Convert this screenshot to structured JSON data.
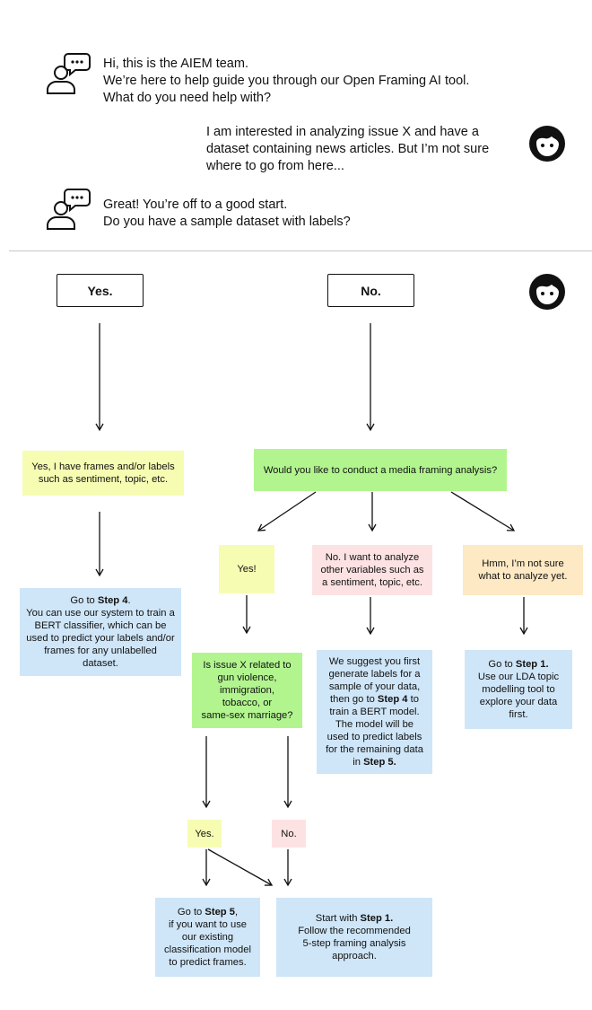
{
  "chat": {
    "msg1": [
      "Hi, this is the AIEM team.",
      "We’re here to help guide you through our Open Framing AI tool.",
      "What do you need help with?"
    ],
    "msg2": [
      "I am interested in analyzing issue X and have a",
      "dataset containing news articles. But I’m not sure",
      "where to go from here..."
    ],
    "msg3": [
      "Great! You’re off to a good start.",
      "Do you have a sample dataset with labels?"
    ]
  },
  "icons": {
    "team": "chat-person-icon",
    "user": "smiley-face-icon"
  },
  "buttons": {
    "yes": "Yes.",
    "no": "No."
  },
  "nodes": {
    "have_labels": [
      "Yes, I have frames and/or labels",
      "such as sentiment, topic, etc."
    ],
    "media_framing": [
      "Would you like to conduct a media framing analysis?"
    ],
    "step4": {
      "l1a": "Go to ",
      "l1b": "Step 4",
      "l1c": ".",
      "lines": [
        "You can use our system to train a",
        "BERT classifier, which can be",
        "used to predict your labels and/or",
        "frames for any unlabelled",
        "dataset."
      ]
    },
    "yes_excl": "Yes!",
    "other_vars": [
      "No. I want to analyze",
      "other variables such as",
      "a sentiment, topic, etc."
    ],
    "not_sure": [
      "Hmm, I’m not sure",
      "what to analyze yet."
    ],
    "issue_x": [
      "Is issue X related to",
      "gun violence,",
      "immigration,",
      "tobacco, or",
      "same-sex marriage?"
    ],
    "suggest": {
      "l1": "We suggest you first",
      "l2": "generate labels for a",
      "l3": "sample of your data,",
      "l4a": "then go to ",
      "l4b": "Step 4",
      "l4c": " to",
      "l5": "train a BERT model.",
      "l6": "The model will be",
      "l7": "used to predict labels",
      "l8": "for the remaining data",
      "l9a": "in ",
      "l9b": "Step 5."
    },
    "step1_lda": {
      "l1a": "Go to ",
      "l1b": "Step 1.",
      "lines": [
        "Use our LDA topic",
        "modelling tool to",
        "explore your data",
        "first."
      ]
    },
    "yes_small": "Yes.",
    "no_small": "No.",
    "step5": {
      "l1a": "Go to ",
      "l1b": "Step 5",
      "l1c": ",",
      "lines": [
        "if you want to use",
        "our existing",
        "classification model",
        "to predict frames."
      ]
    },
    "step1_start": {
      "l1a": "Start with ",
      "l1b": "Step 1.",
      "lines": [
        "Follow the recommended",
        "5-step framing analysis",
        "approach."
      ]
    }
  },
  "colors": {
    "yellow": "#f7fcb3",
    "green": "#b2f58f",
    "pink": "#fde2e3",
    "orange": "#fde9c3",
    "blue": "#cfe6f8"
  }
}
